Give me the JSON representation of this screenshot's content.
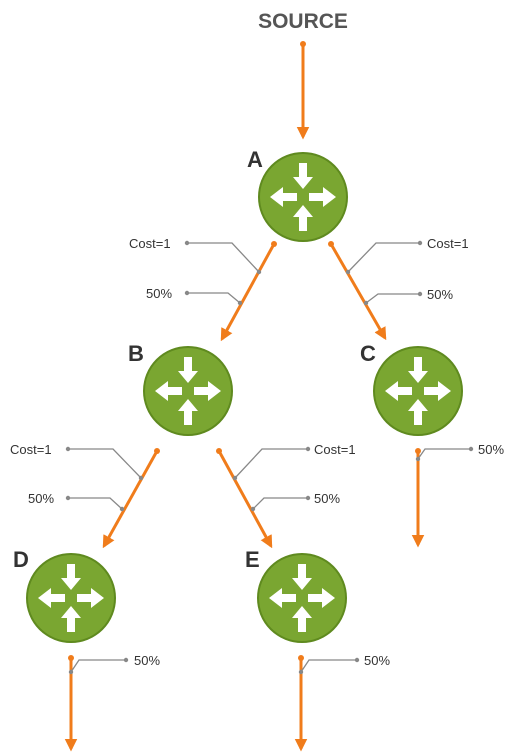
{
  "title": "SOURCE",
  "colors": {
    "flow": "#f07c1b",
    "router_fill": "#7aa631",
    "router_stroke": "#5f8a1f",
    "leader": "#888888"
  },
  "nodes": {
    "A": {
      "label": "A",
      "icon": "router-icon"
    },
    "B": {
      "label": "B",
      "icon": "router-icon"
    },
    "C": {
      "label": "C",
      "icon": "router-icon"
    },
    "D": {
      "label": "D",
      "icon": "router-icon"
    },
    "E": {
      "label": "E",
      "icon": "router-icon"
    }
  },
  "edges": {
    "A_B": {
      "cost": "Cost=1",
      "share": "50%"
    },
    "A_C": {
      "cost": "Cost=1",
      "share": "50%"
    },
    "B_D": {
      "cost": "Cost=1",
      "share": "50%"
    },
    "B_E": {
      "cost": "Cost=1",
      "share": "50%"
    },
    "C_out": {
      "share": "50%"
    },
    "D_out": {
      "share": "50%"
    },
    "E_out": {
      "share": "50%"
    }
  }
}
